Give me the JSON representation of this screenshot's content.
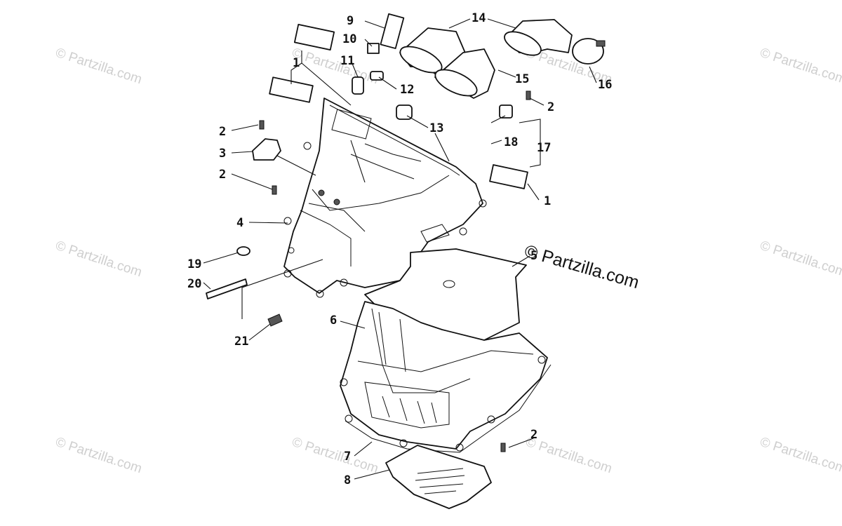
{
  "watermark": {
    "text": "© Partzilla.com"
  },
  "brand": {
    "text": "© Partzilla.com"
  },
  "callouts": [
    {
      "id": "c9",
      "label": "9"
    },
    {
      "id": "c14",
      "label": "14"
    },
    {
      "id": "c10",
      "label": "10"
    },
    {
      "id": "c1a",
      "label": "1"
    },
    {
      "id": "c11",
      "label": "11"
    },
    {
      "id": "c16",
      "label": "16"
    },
    {
      "id": "c12",
      "label": "12"
    },
    {
      "id": "c15",
      "label": "15"
    },
    {
      "id": "c2a",
      "label": "2"
    },
    {
      "id": "c13",
      "label": "13"
    },
    {
      "id": "c2b",
      "label": "2"
    },
    {
      "id": "c3",
      "label": "3"
    },
    {
      "id": "c18",
      "label": "18"
    },
    {
      "id": "c17",
      "label": "17"
    },
    {
      "id": "c2c",
      "label": "2"
    },
    {
      "id": "c1b",
      "label": "1"
    },
    {
      "id": "c4",
      "label": "4"
    },
    {
      "id": "c5",
      "label": "5"
    },
    {
      "id": "c19",
      "label": "19"
    },
    {
      "id": "c20",
      "label": "20"
    },
    {
      "id": "c6",
      "label": "6"
    },
    {
      "id": "c21",
      "label": "21"
    },
    {
      "id": "c2d",
      "label": "2"
    },
    {
      "id": "c7",
      "label": "7"
    },
    {
      "id": "c8",
      "label": "8"
    }
  ]
}
